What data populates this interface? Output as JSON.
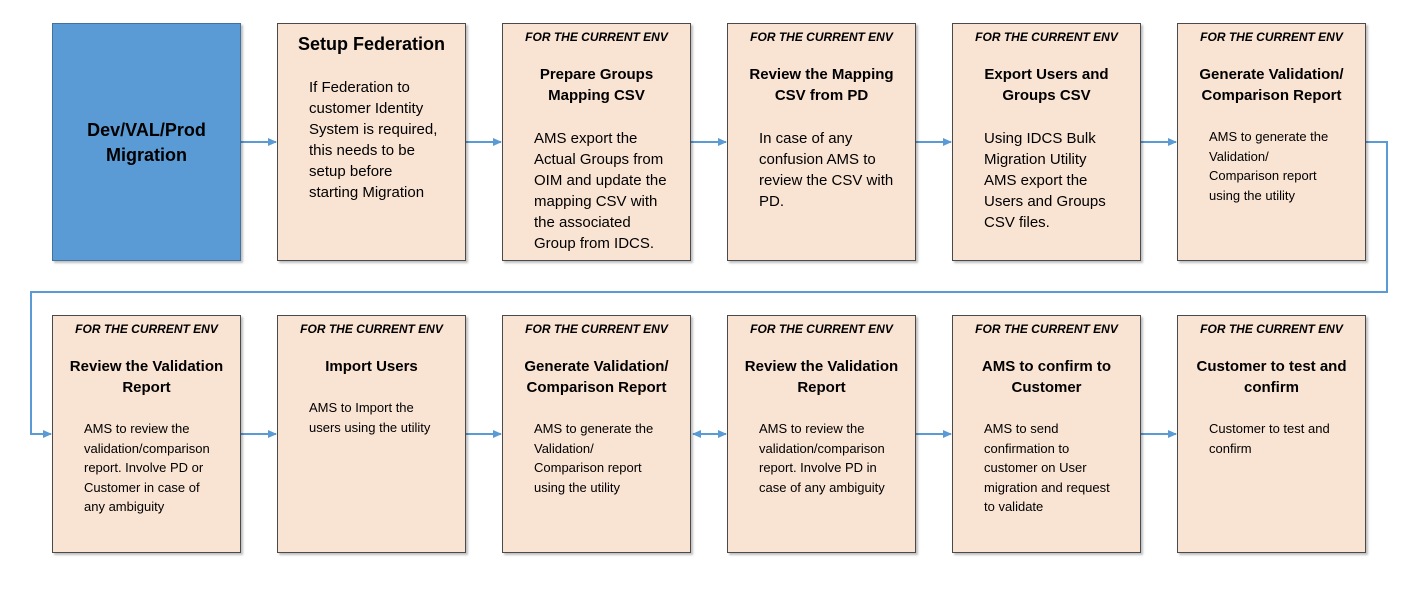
{
  "colors": {
    "start_fill": "#5b9bd5",
    "box_fill": "#f9e3d3",
    "box_border": "#4a4a4a",
    "arrow": "#5b9bd5"
  },
  "start": {
    "title_lines": [
      "Dev/VAL/Prod",
      "Migration"
    ]
  },
  "row1": [
    {
      "env": "",
      "title_lines": [
        "Setup Federation"
      ],
      "desc_lines": [
        "If Federation to",
        "customer Identity",
        "System is required,",
        "this needs to be",
        "setup before",
        "starting Migration"
      ]
    },
    {
      "env": "FOR THE CURRENT ENV",
      "title_lines": [
        "Prepare Groups",
        "Mapping CSV"
      ],
      "desc_lines": [
        "AMS export the",
        "Actual Groups from",
        "OIM and update the",
        "mapping CSV with",
        "the associated",
        "Group from IDCS."
      ]
    },
    {
      "env": "FOR THE CURRENT ENV",
      "title_lines": [
        "Review the Mapping",
        "CSV from PD"
      ],
      "desc_lines": [
        "In case of any",
        "confusion AMS to",
        "review the CSV with",
        "PD."
      ]
    },
    {
      "env": "FOR THE CURRENT ENV",
      "title_lines": [
        "Export Users and",
        "Groups CSV"
      ],
      "desc_lines": [
        "Using IDCS Bulk",
        "Migration Utility",
        "AMS export the",
        "Users and Groups",
        "CSV files."
      ]
    },
    {
      "env": "FOR THE CURRENT ENV",
      "title_lines": [
        "Generate Validation/",
        "Comparison Report"
      ],
      "desc_lines": [
        "AMS to generate the",
        "Validation/",
        "Comparison report",
        "using the utility"
      ]
    }
  ],
  "row2": [
    {
      "env": "FOR THE CURRENT ENV",
      "title_lines": [
        "Review the Validation",
        "Report"
      ],
      "desc_lines": [
        "AMS to review the",
        "validation/comparison",
        "report. Involve PD or",
        "Customer in case of",
        "any ambiguity"
      ]
    },
    {
      "env": "FOR THE CURRENT ENV",
      "title_lines": [
        "Import Users"
      ],
      "desc_lines": [
        "AMS to Import the",
        "users using the utility"
      ]
    },
    {
      "env": "FOR THE CURRENT ENV",
      "title_lines": [
        "Generate Validation/",
        "Comparison Report"
      ],
      "desc_lines": [
        "AMS to generate the",
        "Validation/",
        "Comparison report",
        "using the utility"
      ]
    },
    {
      "env": "FOR THE CURRENT ENV",
      "title_lines": [
        "Review the Validation",
        "Report"
      ],
      "desc_lines": [
        "AMS to review the",
        "validation/comparison",
        "report. Involve PD in",
        "case of any ambiguity"
      ]
    },
    {
      "env": "FOR THE CURRENT ENV",
      "title_lines": [
        "AMS to confirm to",
        "Customer"
      ],
      "desc_lines": [
        "AMS to send",
        "confirmation to",
        "customer on User",
        "migration and request",
        "to validate"
      ]
    },
    {
      "env": "FOR THE CURRENT ENV",
      "title_lines": [
        "Customer to test and",
        "confirm"
      ],
      "desc_lines": [
        "Customer to test and",
        "confirm"
      ]
    }
  ]
}
